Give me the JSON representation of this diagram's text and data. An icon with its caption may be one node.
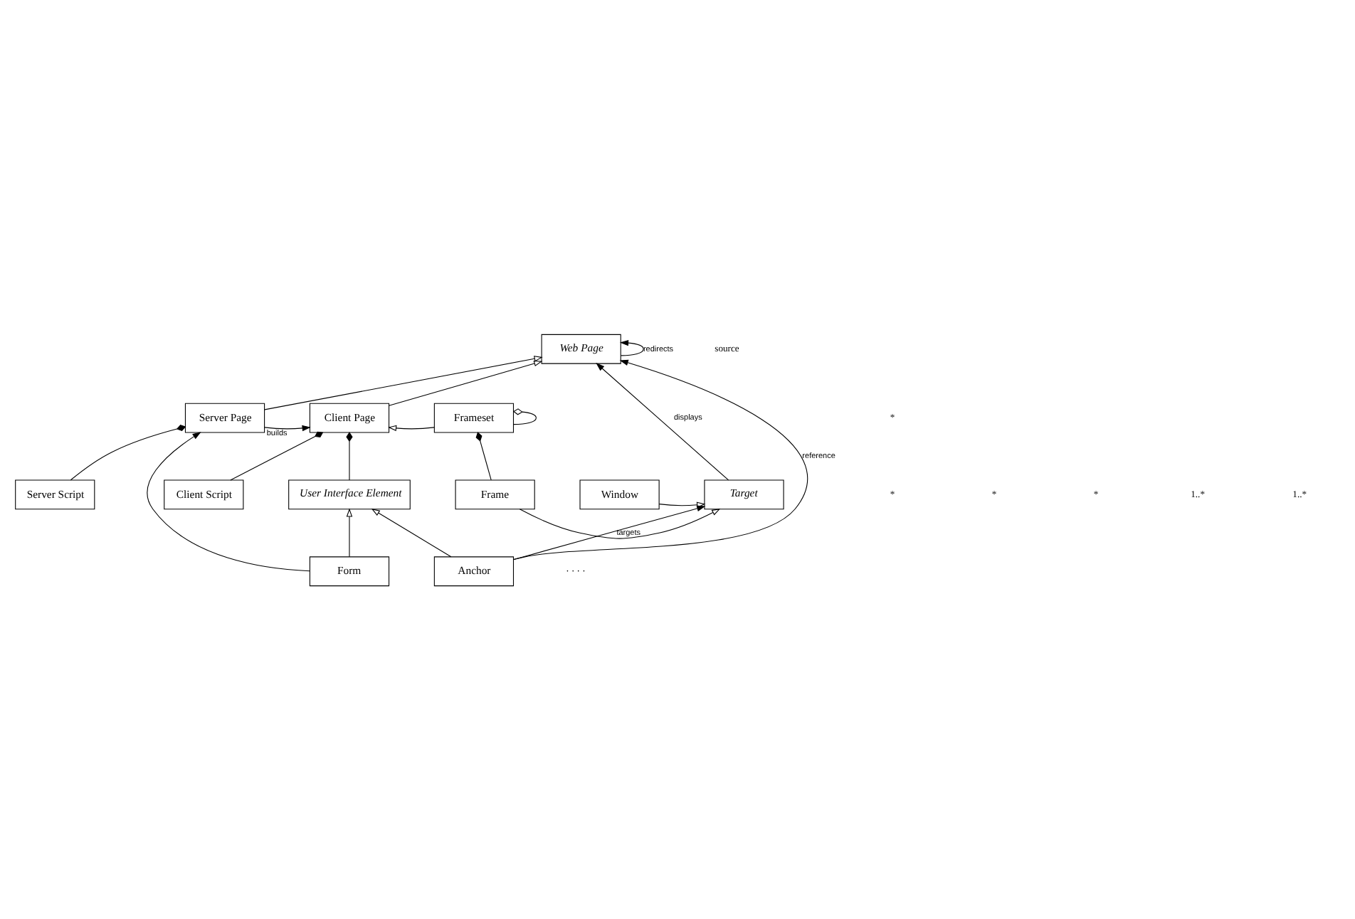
{
  "diagram": {
    "nodes": [
      {
        "text": [
          "Web Page"
        ]
      },
      {
        "text": [
          "Server Page"
        ]
      },
      {
        "text": [
          "Client Page"
        ]
      },
      {
        "text": [
          "Frameset"
        ]
      },
      {
        "text": [
          "Server Script"
        ]
      },
      {
        "text": [
          "Client Script"
        ]
      },
      {
        "text": [
          "User Interface Element"
        ]
      },
      {
        "text": [
          "Frame"
        ]
      },
      {
        "text": [
          "Window"
        ]
      },
      {
        "text": [
          "Target"
        ]
      },
      {
        "text": [
          "Form"
        ]
      },
      {
        "text": [
          "Anchor"
        ]
      }
    ],
    "edges": [
      {
        "from": 0,
        "to": 0,
        "arrow": "to",
        "label": "redirects"
      },
      {
        "from": 11,
        "to": 0,
        "arrow": "to",
        "label": "reference"
      },
      {
        "from": 9,
        "to": 0,
        "arrow": "to",
        "label": "displays"
      },
      {
        "from": 1,
        "to": 0,
        "arrow": "to"
      },
      {
        "from": 2,
        "to": 0,
        "arrow": "to"
      },
      {
        "from": 1,
        "to": 2,
        "arrow": "to",
        "label": "builds"
      },
      {
        "from": 3,
        "to": 2,
        "arrow": "to"
      },
      {
        "from": 3,
        "to": 3,
        "arrow": "other"
      },
      {
        "from": 4,
        "to": 1,
        "arrow": "other"
      },
      {
        "from": 5,
        "to": 2,
        "arrow": "other"
      },
      {
        "from": 6,
        "to": 2,
        "arrow": "other"
      },
      {
        "from": 7,
        "to": 3,
        "arrow": "other"
      },
      {
        "from": 10,
        "to": 6,
        "arrow": "to"
      },
      {
        "from": 11,
        "to": 6,
        "arrow": "to"
      },
      {
        "from": 7,
        "to": 9,
        "arrow": "to"
      },
      {
        "from": 8,
        "to": 9,
        "arrow": "to"
      },
      {
        "from": 11,
        "to": 9,
        "arrow": "to",
        "label": "targets"
      },
      {
        "from": 10,
        "to": 1,
        "arrow": "to"
      }
    ],
    "labels": [
      "source",
      "*",
      "*",
      "*",
      "*",
      "1..*",
      "1..*",
      "· · · ·"
    ]
  }
}
